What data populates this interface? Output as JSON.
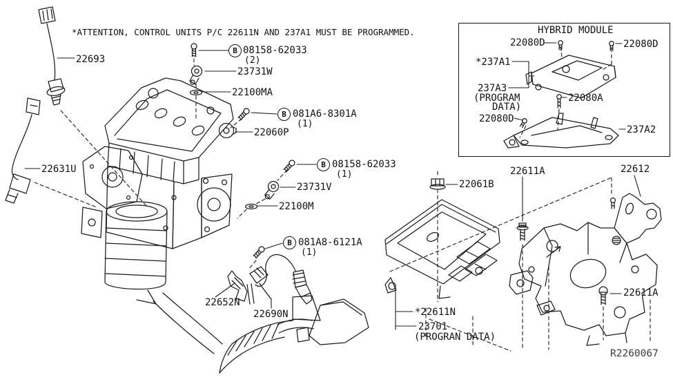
{
  "colors": {
    "line": "#1b1b1b",
    "text": "#111111",
    "background": "#ffffff"
  },
  "attention_note": "*ATTENTION, CONTROL UNITS P/C 22611N AND 237A1 MUST BE PROGRAMMED.",
  "diagram_ref": "R2260067",
  "callouts": {
    "b1": {
      "prefix": "B",
      "part": "08158-62033",
      "qty": "(2)"
    },
    "b2": {
      "prefix": "B",
      "part": "081A6-8301A",
      "qty": "(1)"
    },
    "b3": {
      "prefix": "B",
      "part": "08158-62033",
      "qty": "(1)"
    },
    "b4": {
      "prefix": "B",
      "part": "081A8-6121A",
      "qty": "(1)"
    }
  },
  "parts": {
    "o2_harness_front": "22693",
    "o2_sensor_front": "22631U",
    "cam_sensor_upper": "23731W",
    "seal_washer_upper": "22100MA",
    "knock_sensor": "22060P",
    "crank_sensor": "23731V",
    "seal_washer_lower": "22100M",
    "sensor_bracket": "22652N",
    "o2_sensor_rear": "22690N",
    "ecm_nut": "22061B",
    "ecm_bolt_upper": "22611A",
    "ecm_bracket": "22612",
    "ecm": "*22611N",
    "ecm_program": "23701",
    "ecm_program_note": "(PROGRAN DATA)",
    "ecm_bolt_lower": "22611A"
  },
  "inset": {
    "title": "HYBRID MODULE",
    "labels": {
      "bolt_top_left": "22080D",
      "bolt_top_right": "22080D",
      "control_unit": "*237A1",
      "control_unit_program": "237A3",
      "program_note_line1": "(PROGRAM",
      "program_note_line2": "DATA)",
      "bolt_center": "22080A",
      "bolt_bottom_left": "22080D",
      "bracket": "237A2"
    }
  }
}
